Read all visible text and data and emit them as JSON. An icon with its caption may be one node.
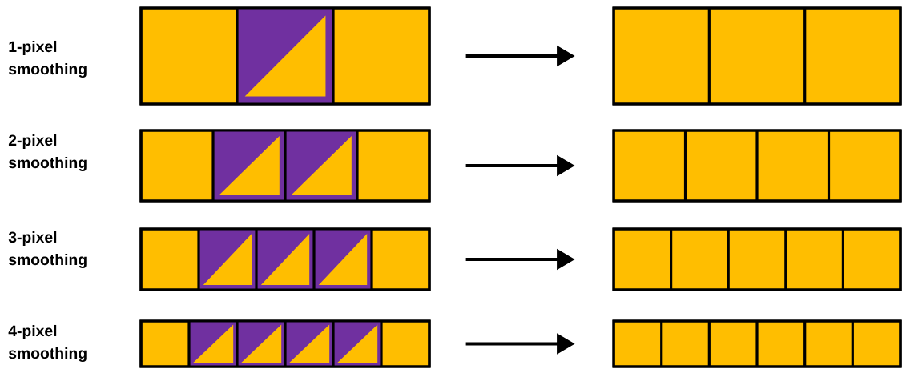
{
  "diagram": {
    "nodes": [
      {
        "text": [],
        "shape": "bar"
      },
      {
        "text": [],
        "shape": "bar"
      },
      {
        "text": [],
        "shape": "bar"
      },
      {
        "text": [],
        "shape": "bar"
      },
      {
        "text": [],
        "shape": "bar"
      },
      {
        "text": [],
        "shape": "bar"
      },
      {
        "text": [],
        "shape": "bar"
      },
      {
        "text": [],
        "shape": "bar"
      }
    ],
    "edges": [
      {
        "from": 0,
        "to": 1,
        "arrow": "to"
      },
      {
        "from": 2,
        "to": 3,
        "arrow": "to"
      },
      {
        "from": 4,
        "to": 5,
        "arrow": "to"
      },
      {
        "from": 6,
        "to": 7,
        "arrow": "to"
      }
    ],
    "labels": [
      "1-pixel smoothing",
      "2-pixel smoothing",
      "3-pixel smoothing",
      "4-pixel smoothing"
    ]
  }
}
